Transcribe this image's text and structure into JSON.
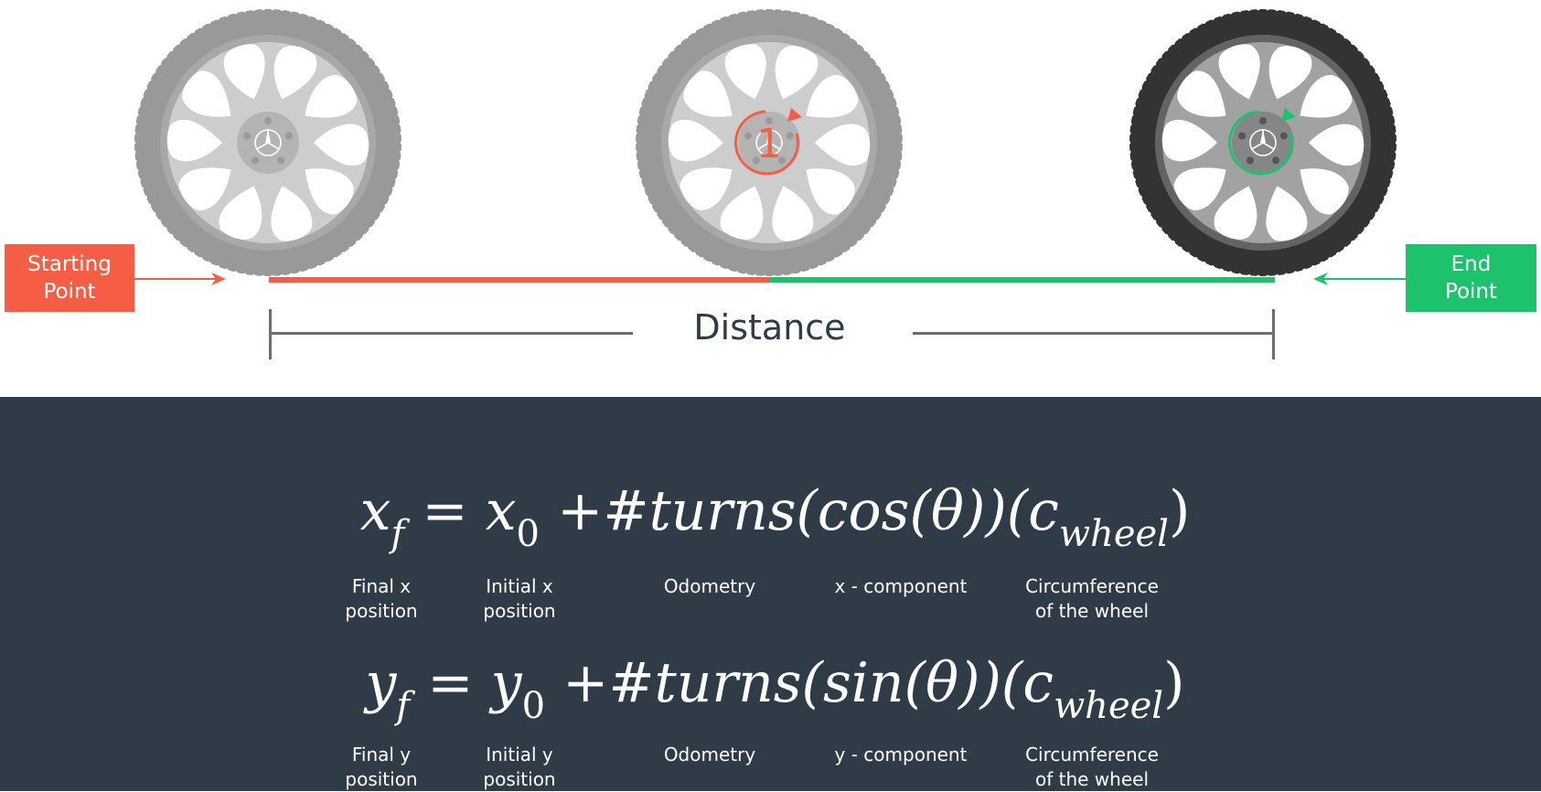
{
  "colors": {
    "start": "#f55d45",
    "end": "#1dc26c",
    "dark_panel": "#2f3c48",
    "dimension_line": "#6b6f74"
  },
  "diagram": {
    "start_label": "Starting\nPoint",
    "end_label": "End\nPoint",
    "distance_label": "Distance",
    "middle_wheel_turn_count": "1"
  },
  "equations": [
    {
      "variable": "x",
      "lhs_var": "x",
      "lhs_sub": "f",
      "equals": "=",
      "init_var": "x",
      "init_sub": "0",
      "plus": "+",
      "turns": "#turns",
      "trig": "(cos(θ))",
      "circ_open": "(c",
      "circ_sub": "wheel",
      "circ_close": ")",
      "labels": [
        "Final x\nposition",
        "Initial x\nposition",
        "Odometry",
        "x - component",
        "Circumference\nof the wheel"
      ]
    },
    {
      "variable": "y",
      "lhs_var": "y",
      "lhs_sub": "f",
      "equals": "=",
      "init_var": "y",
      "init_sub": "0",
      "plus": "+",
      "turns": "#turns",
      "trig": "(sin(θ))",
      "circ_open": "(c",
      "circ_sub": "wheel",
      "circ_close": ")",
      "labels": [
        "Final y\nposition",
        "Initial y\nposition",
        "Odometry",
        "y - component",
        "Circumference\nof the wheel"
      ]
    }
  ]
}
